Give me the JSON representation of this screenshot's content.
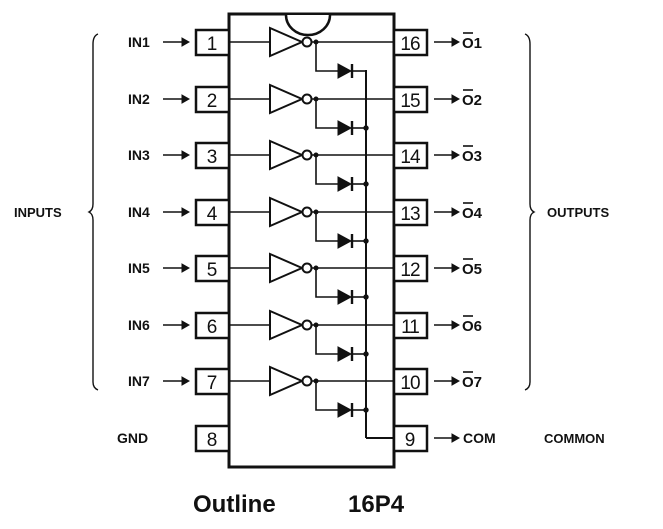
{
  "diagram": {
    "title_word": "Outline",
    "title_package": "16P4",
    "group_labels": {
      "inputs": "INPUTS",
      "outputs": "OUTPUTS",
      "common": "COMMON"
    },
    "channels": [
      {
        "input_label": "IN1",
        "input_pin": "1",
        "output_pin": "16",
        "output_label": "O1"
      },
      {
        "input_label": "IN2",
        "input_pin": "2",
        "output_pin": "15",
        "output_label": "O2"
      },
      {
        "input_label": "IN3",
        "input_pin": "3",
        "output_pin": "14",
        "output_label": "O3"
      },
      {
        "input_label": "IN4",
        "input_pin": "4",
        "output_pin": "13",
        "output_label": "O4"
      },
      {
        "input_label": "IN5",
        "input_pin": "5",
        "output_pin": "12",
        "output_label": "O5"
      },
      {
        "input_label": "IN6",
        "input_pin": "6",
        "output_pin": "11",
        "output_label": "O6"
      },
      {
        "input_label": "IN7",
        "input_pin": "7",
        "output_pin": "10",
        "output_label": "O7"
      }
    ],
    "gnd": {
      "label": "GND",
      "pin": "8"
    },
    "com": {
      "label": "COM",
      "pin": "9"
    },
    "output_label_overbar": true,
    "colors": {
      "ink": "#111111",
      "background": "#ffffff"
    }
  }
}
